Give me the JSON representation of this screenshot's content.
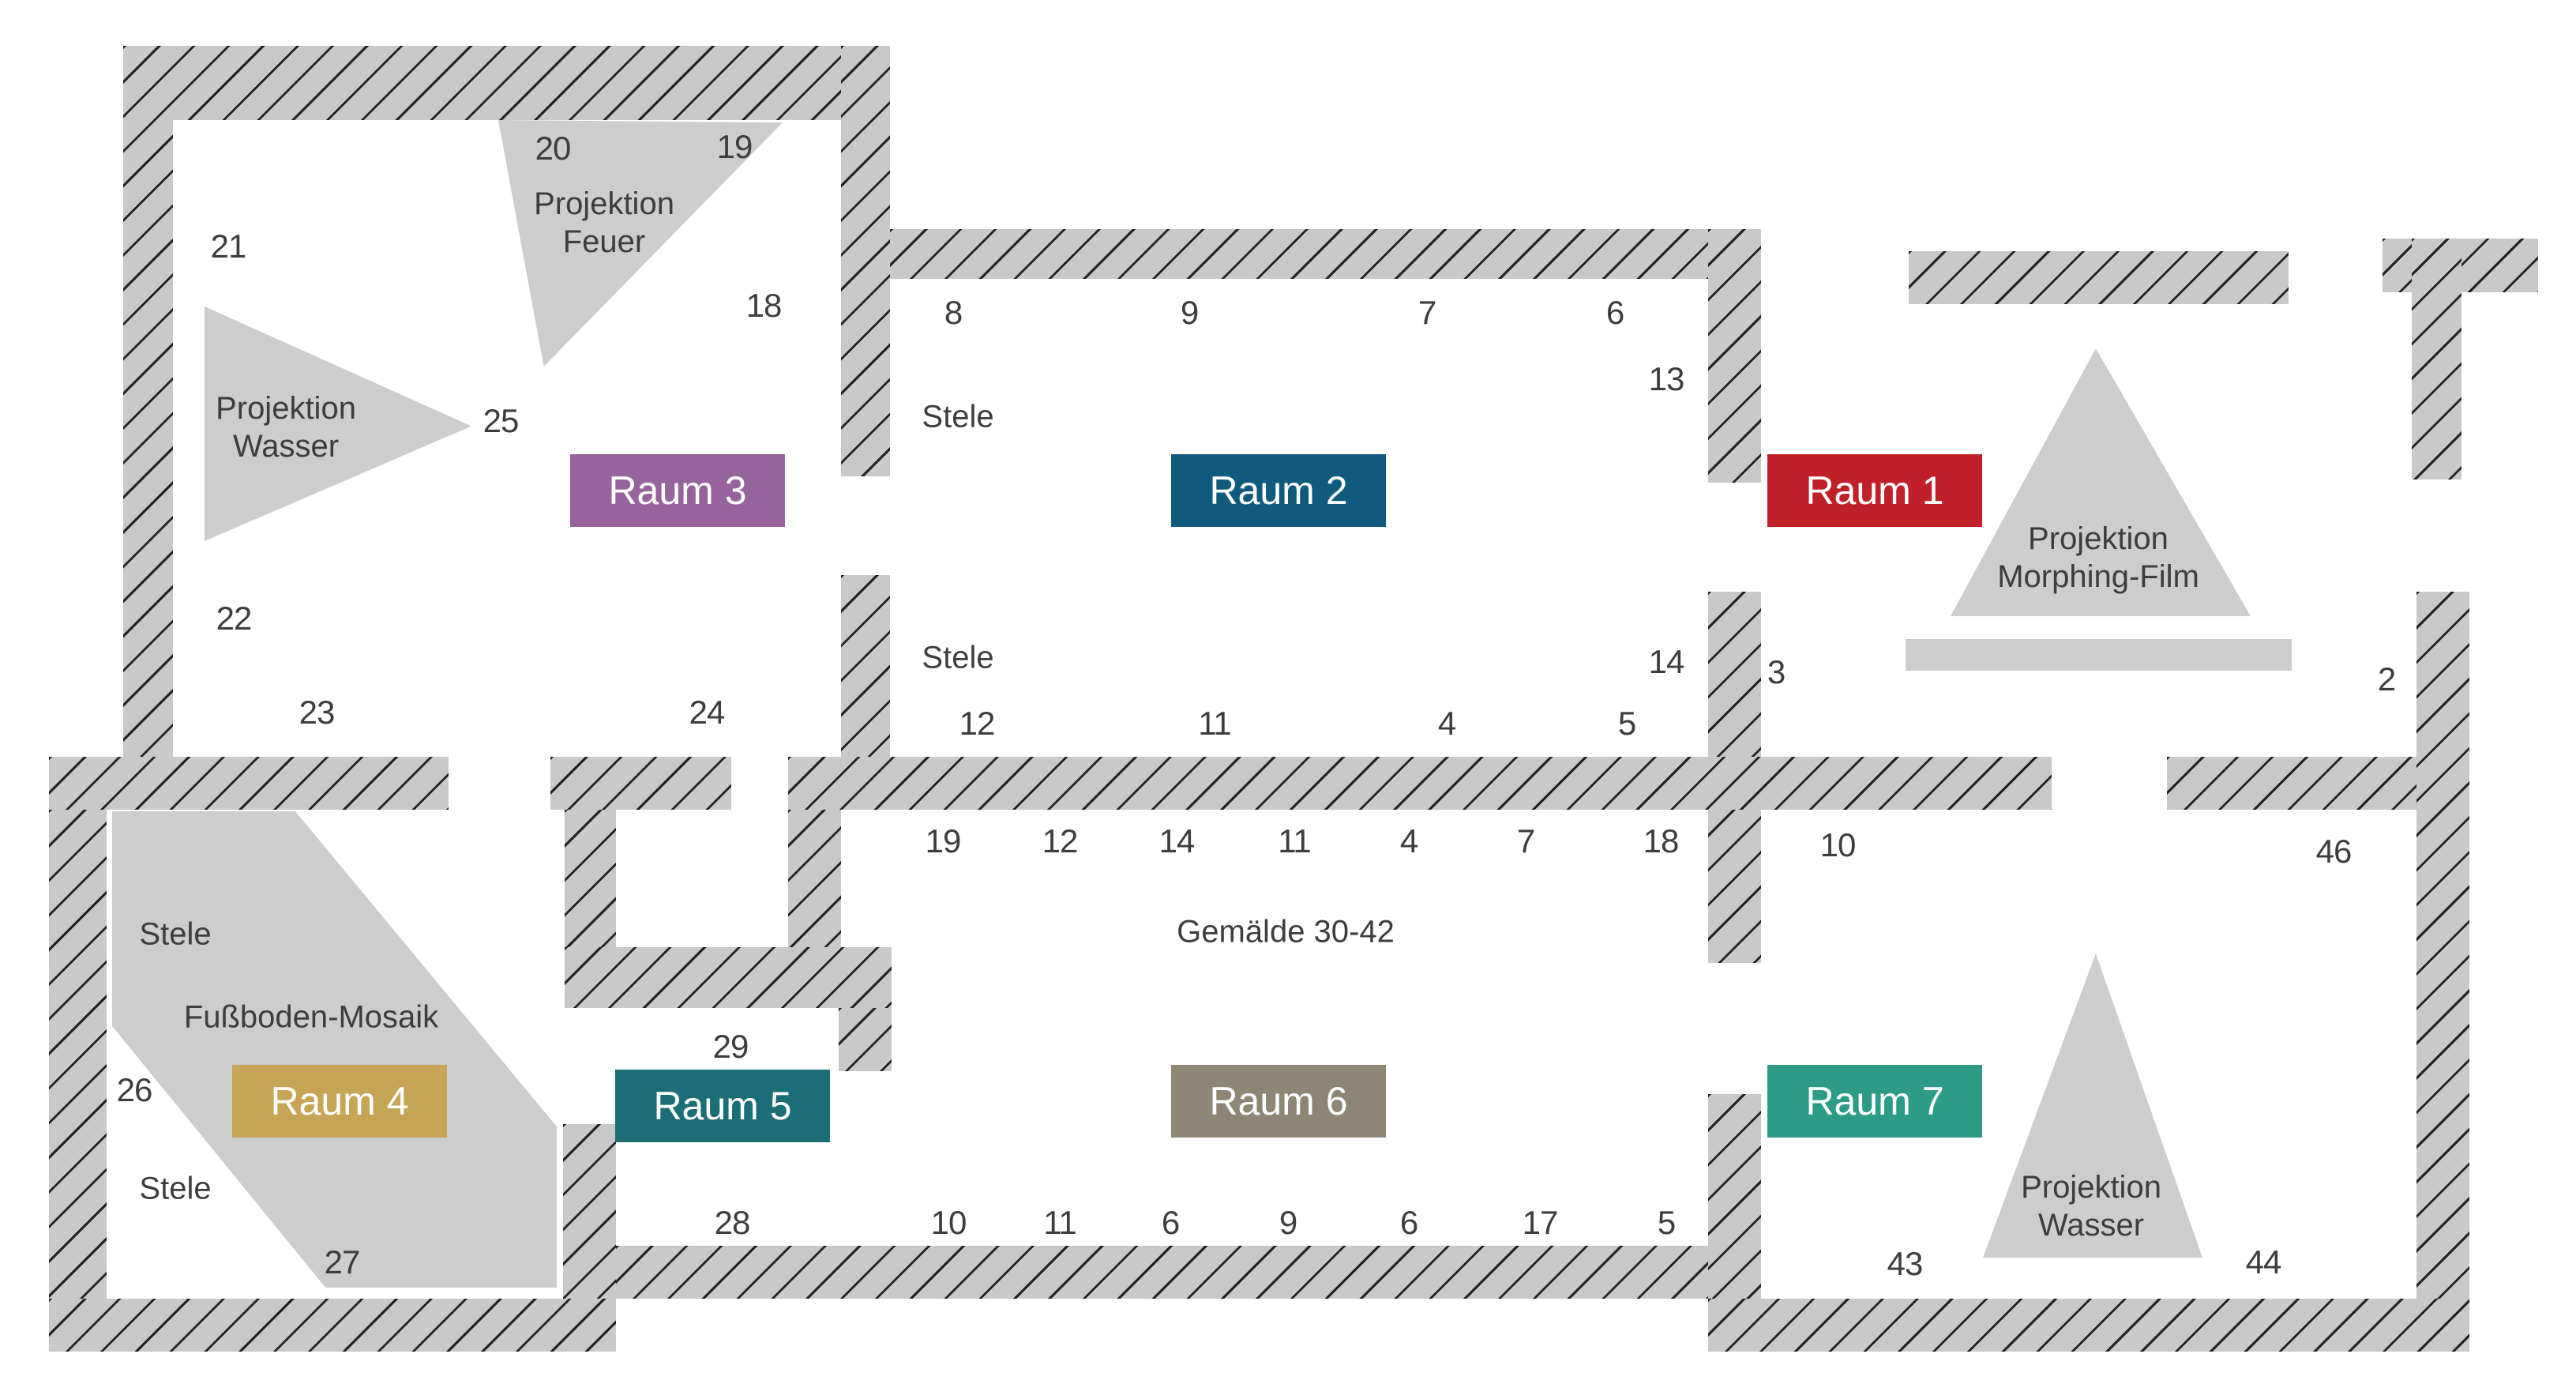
{
  "plan": {
    "background_color": "#ffffff",
    "wall_fill_color": "#c9c9c9",
    "wall_line_color": "#232323",
    "shape_fill_color": "#cdcdcd",
    "text_color": "#3d3d3d"
  },
  "rooms": [
    {
      "label": "Raum 1",
      "color": "#c02128"
    },
    {
      "label": "Raum 2",
      "color": "#0f5a7d"
    },
    {
      "label": "Raum 3",
      "color": "#97639d"
    },
    {
      "label": "Raum 4",
      "color": "#c7a557"
    },
    {
      "label": "Raum 5",
      "color": "#1b6e75"
    },
    {
      "label": "Raum 6",
      "color": "#8d8675"
    },
    {
      "label": "Raum 7",
      "color": "#2d9c87"
    }
  ],
  "labels": {
    "stele": "Stele",
    "gemaelde": "Gemälde 30-42",
    "mosaik": "Fußboden-Mosaik",
    "feuer": {
      "line1": "Projektion",
      "line2": "Feuer"
    },
    "wasser_links": {
      "line1": "Projektion",
      "line2": "Wasser"
    },
    "morphing": {
      "line1": "Projektion",
      "line2": "Morphing-Film"
    },
    "wasser_rechts": {
      "line1": "Projektion",
      "line2": "Wasser"
    }
  },
  "markers": [
    "20",
    "19",
    "21",
    "25",
    "18",
    "22",
    "23",
    "24",
    "8",
    "9",
    "7",
    "6",
    "13",
    "14",
    "12",
    "11",
    "4",
    "5",
    "3",
    "2",
    "19",
    "12",
    "14",
    "11",
    "4",
    "7",
    "18",
    "10",
    "46",
    "26",
    "27",
    "29",
    "28",
    "10",
    "11",
    "6",
    "9",
    "6",
    "17",
    "5",
    "43",
    "44"
  ]
}
